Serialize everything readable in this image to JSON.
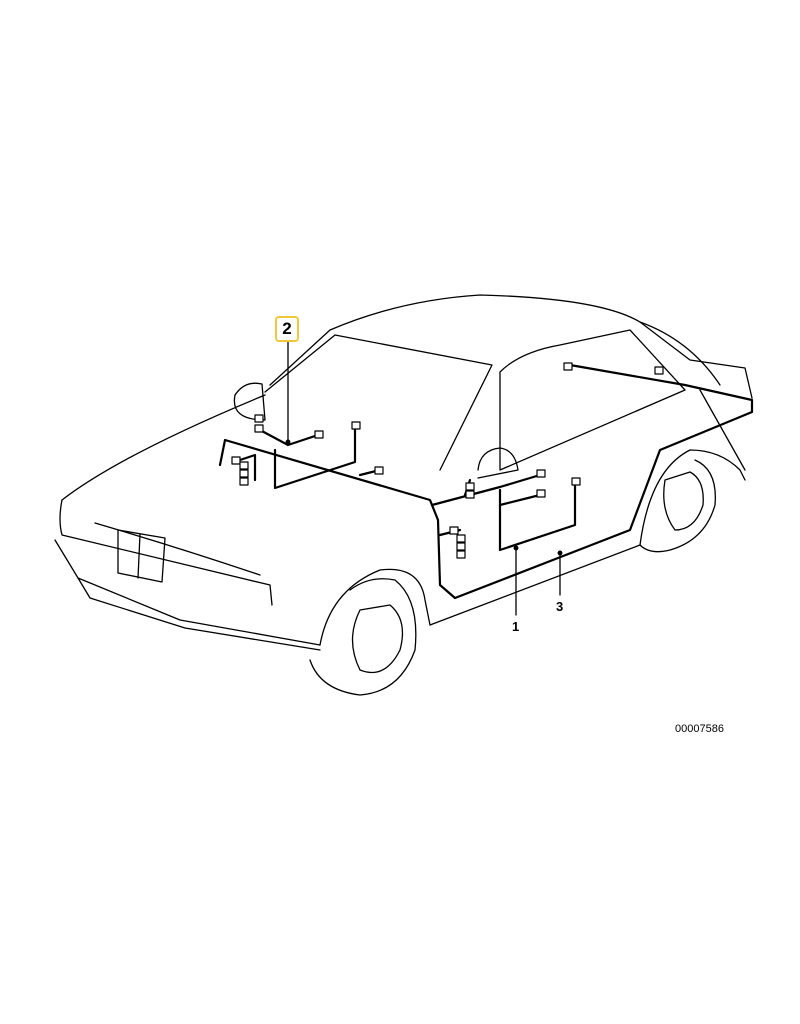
{
  "diagram": {
    "callouts": [
      {
        "label": "2",
        "highlighted": true,
        "highlight_color": "#f0c93a"
      },
      {
        "label": "1",
        "highlighted": false
      },
      {
        "label": "3",
        "highlighted": false
      }
    ],
    "image_code": "00007586"
  }
}
